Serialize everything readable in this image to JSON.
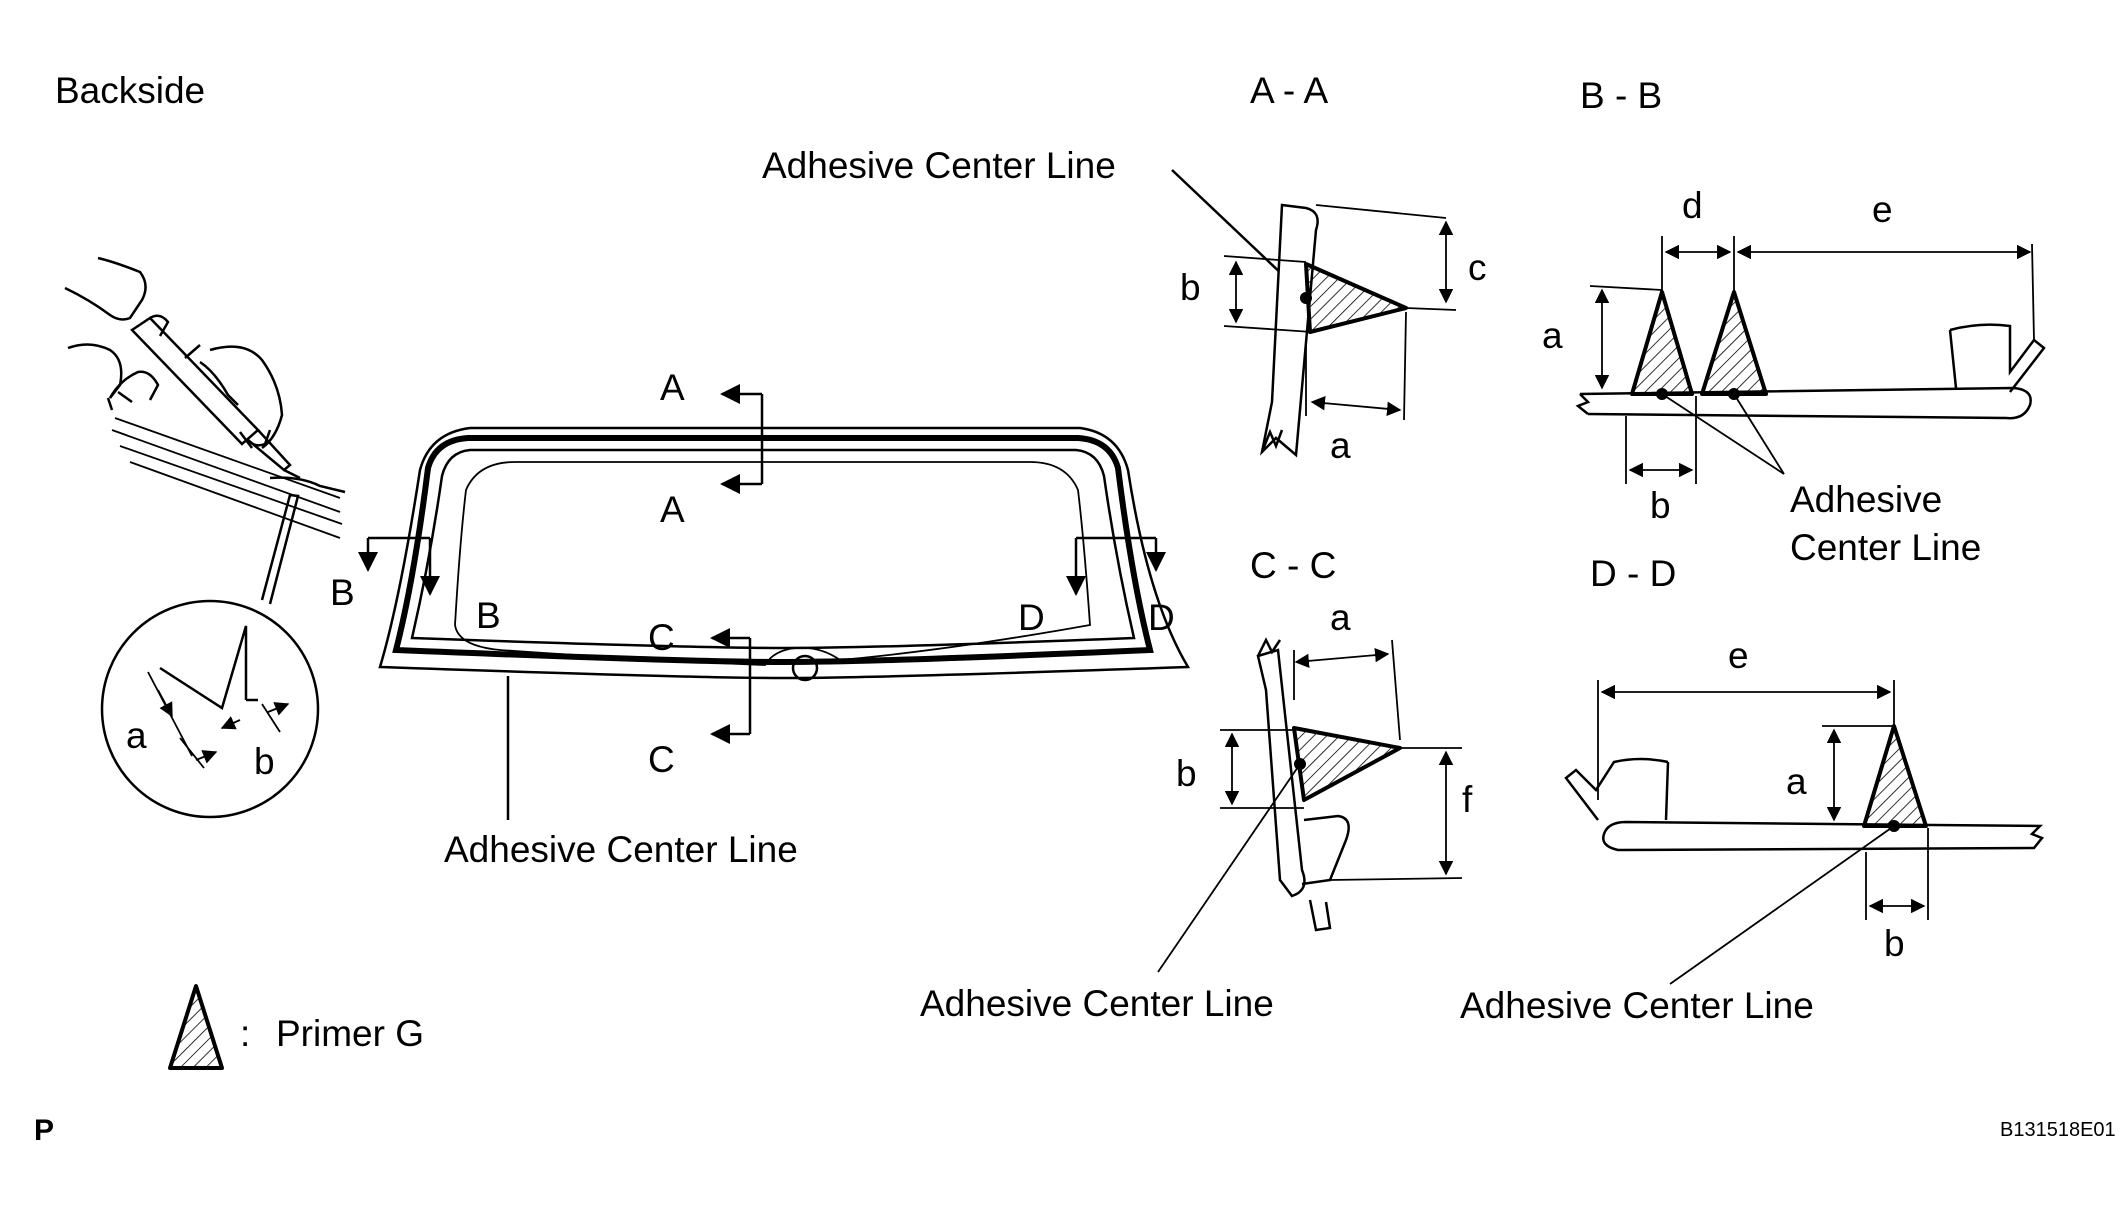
{
  "labels": {
    "backside": "Backside",
    "adhesive_center_line": "Adhesive Center Line",
    "adhesive": "Adhesive",
    "center_line": "Center Line",
    "legend_colon": ":",
    "legend_text": "Primer G",
    "footer_left": "P",
    "footer_right": "B131518E01"
  },
  "sections": {
    "aa": "A - A",
    "bb": "B - B",
    "cc": "C - C",
    "dd": "D - D"
  },
  "cut_letters": {
    "a": "A",
    "b": "B",
    "c": "C",
    "d": "D"
  },
  "dims": {
    "a": "a",
    "b": "b",
    "c": "c",
    "d": "d",
    "e": "e",
    "f": "f"
  }
}
